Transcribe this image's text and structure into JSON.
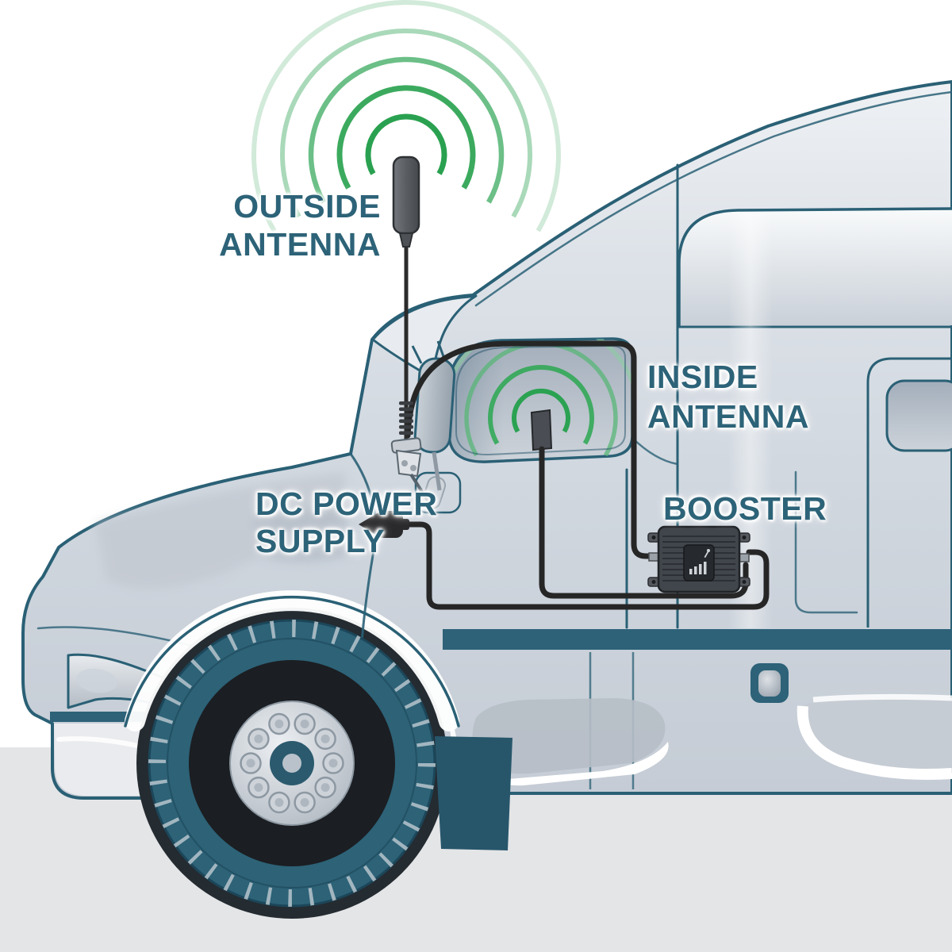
{
  "diagram": {
    "labels": {
      "outside_line1": "OUTSIDE",
      "outside_line2": "ANTENNA",
      "inside_line1": "INSIDE",
      "inside_line2": "ANTENNA",
      "dc_line1": "DC POWER",
      "dc_line2": "SUPPLY",
      "booster": "BOOSTER"
    },
    "components": [
      "outside-antenna",
      "inside-antenna",
      "booster",
      "dc-power-supply-plug",
      "signal-waves-outside",
      "signal-waves-inside",
      "coax-cables",
      "semi-truck"
    ],
    "colors": {
      "label_text": "#2d6378",
      "truck_outline": "#2a6075",
      "signal_green": "#27a14d",
      "cable_black": "#262626",
      "body_light": "#dde2e8",
      "ground": "#e4e5e7",
      "tire": "#2d6277",
      "frame_band": "#2d6278",
      "booster_body": "#41464c",
      "antenna_gray": "#55585d"
    }
  }
}
